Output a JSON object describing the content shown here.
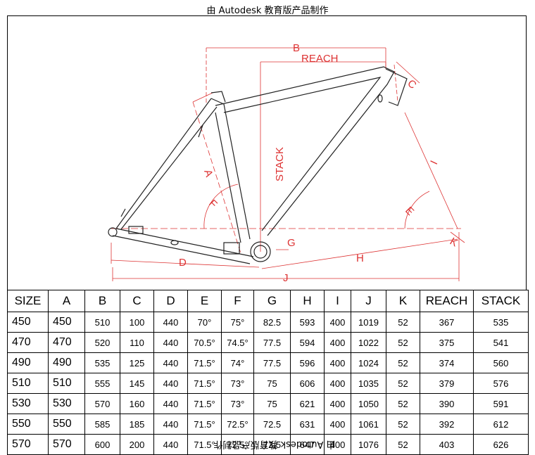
{
  "banner": {
    "top": "由 Autodesk 教育版产品制作",
    "bottom": "由 Autodesk 教育版产品制作"
  },
  "diagram": {
    "labels": {
      "A": "A",
      "B": "B",
      "C": "C",
      "D": "D",
      "E": "E",
      "F": "F",
      "G": "G",
      "H": "H",
      "I": "I",
      "J": "J",
      "K": "K",
      "reach": "REACH",
      "stack": "STACK"
    }
  },
  "table": {
    "headers": [
      "SIZE",
      "A",
      "B",
      "C",
      "D",
      "E",
      "F",
      "G",
      "H",
      "I",
      "J",
      "K",
      "REACH",
      "STACK"
    ],
    "rows": [
      [
        "450",
        "450",
        "510",
        "100",
        "440",
        "70°",
        "75°",
        "82.5",
        "593",
        "400",
        "1019",
        "52",
        "367",
        "535"
      ],
      [
        "470",
        "470",
        "520",
        "110",
        "440",
        "70.5°",
        "74.5°",
        "77.5",
        "594",
        "400",
        "1022",
        "52",
        "375",
        "541"
      ],
      [
        "490",
        "490",
        "535",
        "125",
        "440",
        "71.5°",
        "74°",
        "77.5",
        "596",
        "400",
        "1024",
        "52",
        "374",
        "560"
      ],
      [
        "510",
        "510",
        "555",
        "145",
        "440",
        "71.5°",
        "73°",
        "75",
        "606",
        "400",
        "1035",
        "52",
        "379",
        "576"
      ],
      [
        "530",
        "530",
        "570",
        "160",
        "440",
        "71.5°",
        "73°",
        "75",
        "621",
        "400",
        "1050",
        "52",
        "390",
        "591"
      ],
      [
        "550",
        "550",
        "585",
        "185",
        "440",
        "71.5°",
        "72.5°",
        "72.5",
        "631",
        "400",
        "1061",
        "52",
        "392",
        "612"
      ],
      [
        "570",
        "570",
        "600",
        "200",
        "440",
        "71.5°",
        "72.5°",
        "72.5",
        "647",
        "400",
        "1076",
        "52",
        "403",
        "626"
      ]
    ]
  }
}
